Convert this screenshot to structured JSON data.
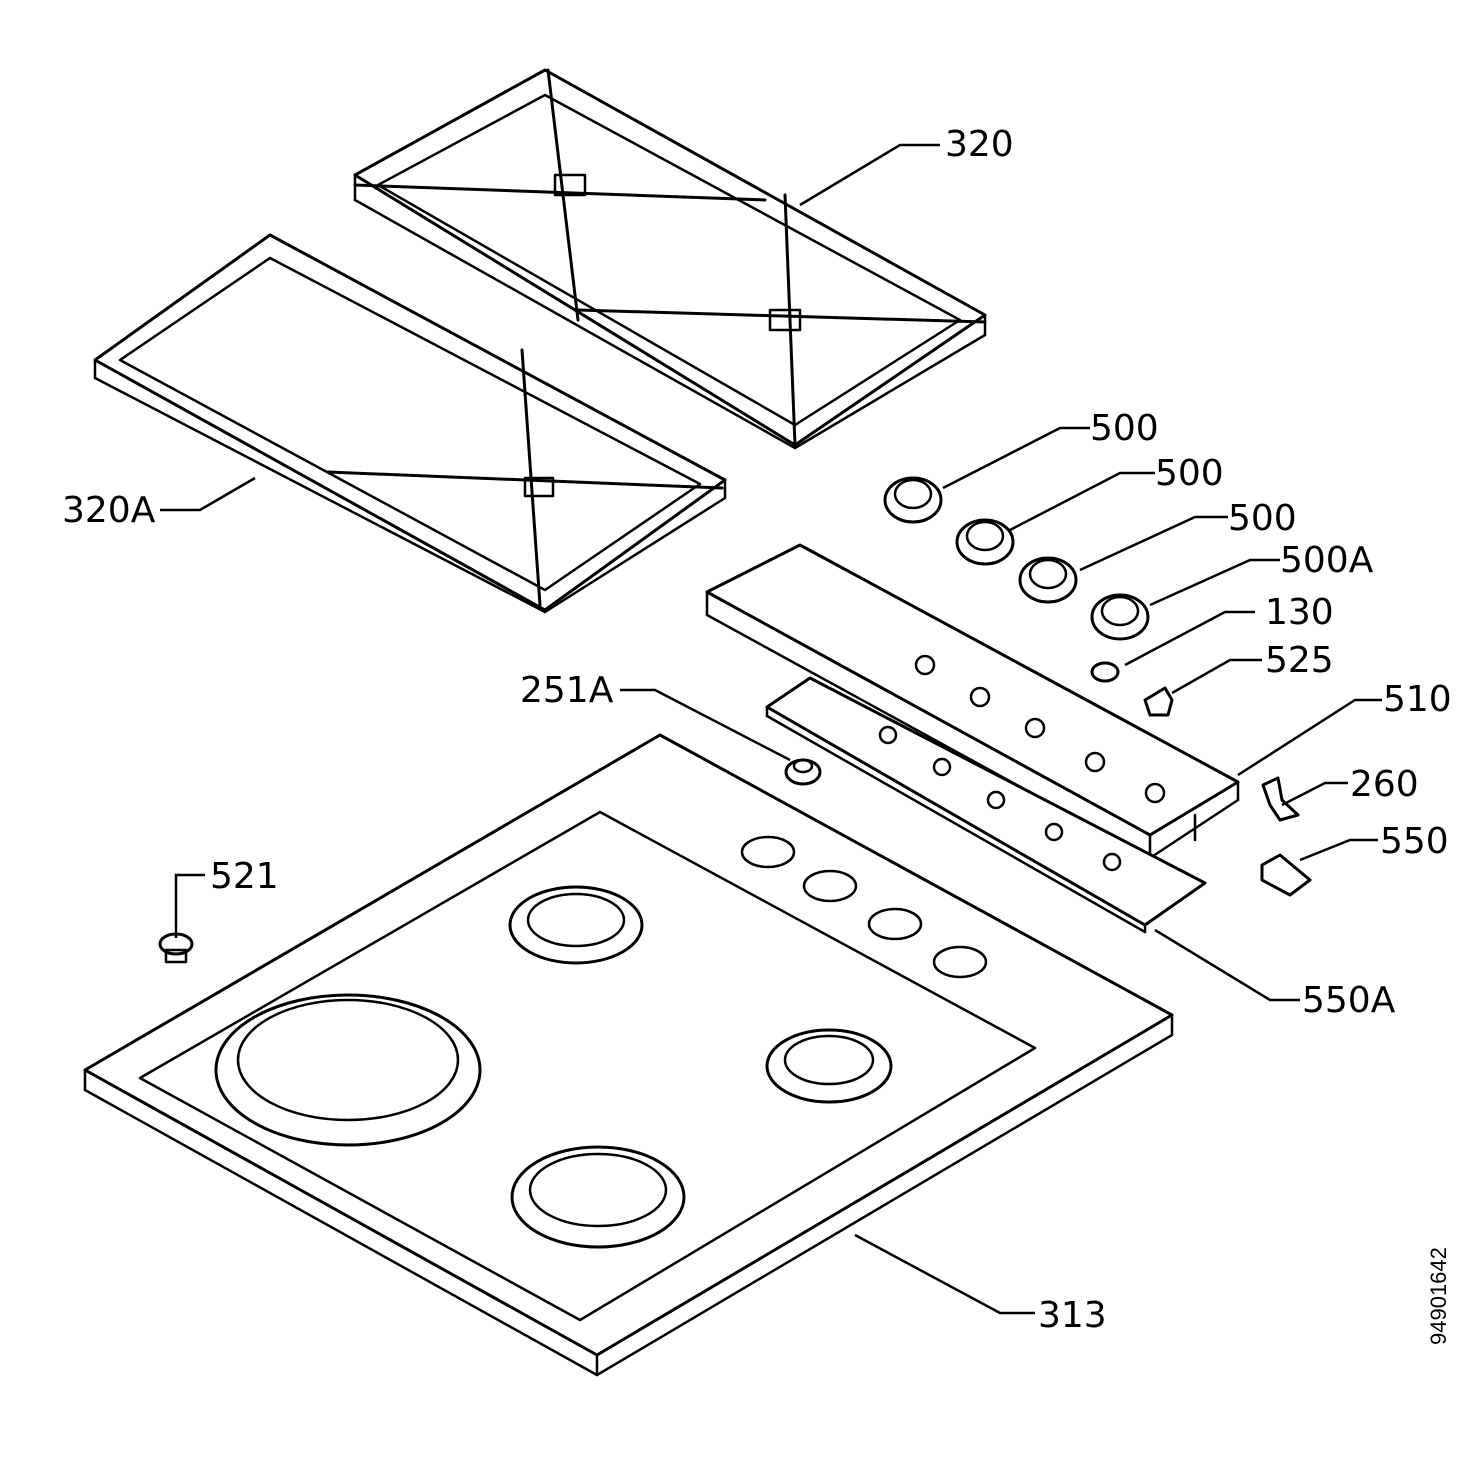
{
  "diagram": {
    "drawing_number": "94901642",
    "parts": [
      {
        "id": "p320",
        "label": "320"
      },
      {
        "id": "p320a",
        "label": "320A"
      },
      {
        "id": "p500a1",
        "label": "500"
      },
      {
        "id": "p500a2",
        "label": "500"
      },
      {
        "id": "p500a3",
        "label": "500"
      },
      {
        "id": "p500A",
        "label": "500A"
      },
      {
        "id": "p130",
        "label": "130"
      },
      {
        "id": "p525",
        "label": "525"
      },
      {
        "id": "p510",
        "label": "510"
      },
      {
        "id": "p251a",
        "label": "251A"
      },
      {
        "id": "p260",
        "label": "260"
      },
      {
        "id": "p550",
        "label": "550"
      },
      {
        "id": "p521",
        "label": "521"
      },
      {
        "id": "p550a",
        "label": "550A"
      },
      {
        "id": "p313",
        "label": "313"
      }
    ]
  }
}
